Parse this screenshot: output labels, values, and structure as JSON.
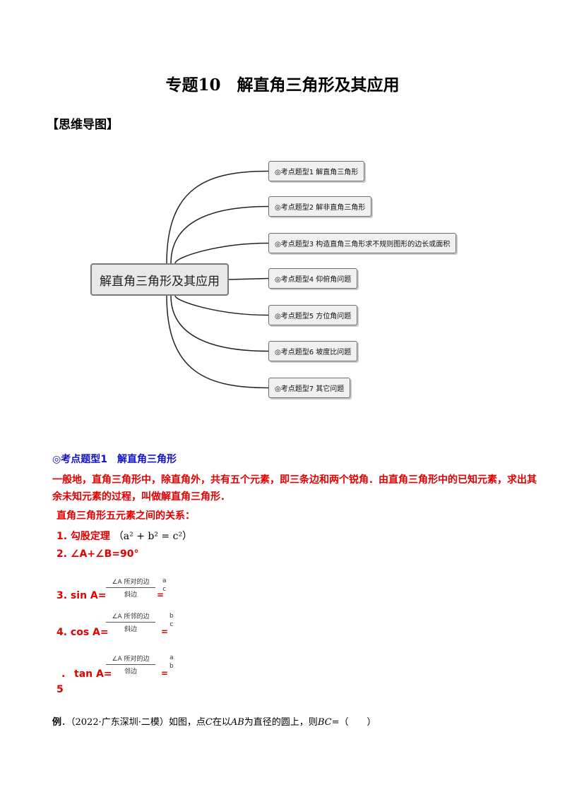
{
  "doc_title": "专题10　解直角三角形及其应用",
  "mindmap_label": "【思维导图】",
  "mindmap": {
    "central": "解直角三角形及其应用",
    "branches": [
      "◎考点题型1  解直角三角形",
      "◎考点题型2  解非直角三角形",
      "◎考点题型3  构造直角三角形求不规则图形的边长或面积",
      "◎考点题型4  仰俯角问题",
      "◎考点题型5  方位角问题",
      "◎考点题型6  坡度比问题",
      "◎考点题型7  其它问题"
    ]
  },
  "section1": {
    "heading": "◎考点题型1　解直角三角形",
    "intro": "一般地，直角三角形中，除直角外，共有五个元素，即三条边和两个锐角．由直角三角形中的已知元素，求出其余未知元素的过程，叫做解直角三角形．",
    "relations_heading": "直角三角形五元素之间的关系：",
    "item1_label": "1.  勾股定理",
    "item1_formula": "（a² + b² = c²）",
    "item2": "2.   ∠A+∠B=90°",
    "item3_label": "3.  sin A=",
    "item3_frac_num": "∠A 所对的边",
    "item3_frac_den": "斜边",
    "item3_eq": "=",
    "item3_ratio_num": "a",
    "item3_ratio_den": "c",
    "item4_label": "4.   cos A=",
    "item4_frac_num": "∠A 所邻的边",
    "item4_frac_den": "斜边",
    "item4_eq": "=",
    "item4_ratio_num": "b",
    "item4_ratio_den": "c",
    "item5_dot": ".",
    "item5_label": "tan A=",
    "item5_num": "5",
    "item5_frac_num": "∠A 所对的边",
    "item5_frac_den": "邻边",
    "item5_eq": "=",
    "item5_ratio_num": "a",
    "item5_ratio_den": "b"
  },
  "example": {
    "label": "例",
    "text_source": "．（2022·广东深圳·二模）如图，点",
    "var_c": "C",
    "text_mid": "在以",
    "var_ab": "AB",
    "text_mid2": "为直径的圆上，则",
    "var_bc": "BC",
    "text_end": "=（　　）"
  }
}
